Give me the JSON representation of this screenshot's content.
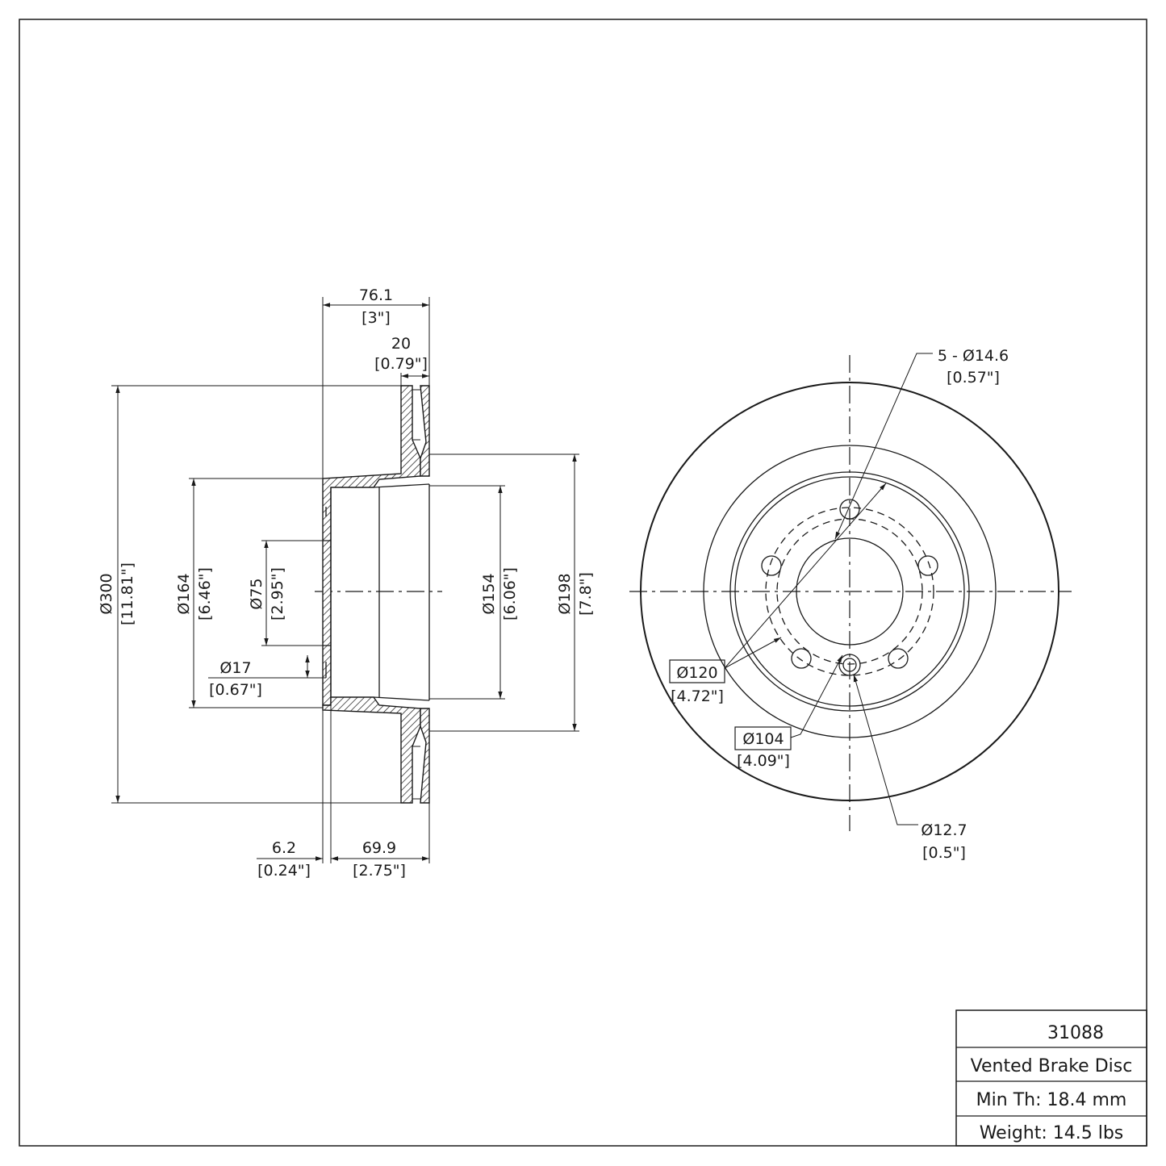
{
  "dimensions": {
    "overall_depth": {
      "mm": "76.1",
      "in": "[3\"]"
    },
    "disc_thickness": {
      "mm": "20",
      "in": "[0.79\"]"
    },
    "outer_diameter": {
      "mm": "Ø300",
      "in": "[11.81\"]"
    },
    "hat_outer_diameter": {
      "mm": "Ø164",
      "in": "[6.46\"]"
    },
    "center_bore": {
      "mm": "Ø75",
      "in": "[2.95\"]"
    },
    "hat_inner_diameter": {
      "mm": "Ø154",
      "in": "[6.06\"]"
    },
    "braking_inner_diameter": {
      "mm": "Ø198",
      "in": "[7.8\"]"
    },
    "small_hole": {
      "mm": "Ø17",
      "in": "[0.67\"]"
    },
    "hat_thickness": {
      "mm": "6.2",
      "in": "[0.24\"]"
    },
    "hat_height": {
      "mm": "69.9",
      "in": "[2.75\"]"
    },
    "bolt_holes": {
      "mm": "5 - Ø14.6",
      "in": "[0.57\"]"
    },
    "bolt_circle_outer": {
      "mm": "Ø120",
      "in": "[4.72\"]"
    },
    "bolt_circle_inner": {
      "mm": "Ø104",
      "in": "[4.09\"]"
    },
    "locating_hole": {
      "mm": "Ø12.7",
      "in": "[0.5\"]"
    }
  },
  "title_block": {
    "part_number": "31088",
    "description": "Vented Brake Disc",
    "min_thickness": "Min Th: 18.4 mm",
    "weight": "Weight: 14.5 lbs"
  }
}
